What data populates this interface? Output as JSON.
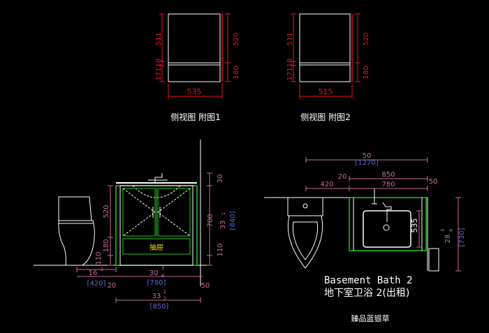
{
  "colors": {
    "background": "#000000",
    "white": "#ffffff",
    "red": "#e8141a",
    "green": "#24c61a",
    "blue_dim": "#5a6acd",
    "pink": "#c86e96",
    "yellow": "#f2e100",
    "gray": "#8c8c8c"
  },
  "side_view_1": {
    "caption": "侧视图 附图1",
    "width": "535",
    "left_top": "511",
    "left_mid": "18",
    "left_bot": "171",
    "right_top": "520",
    "right_bot": "180"
  },
  "side_view_2": {
    "caption": "侧视图 附图2",
    "width": "515",
    "left_top": "511",
    "left_mid": "18",
    "left_bot": "171",
    "right_top": "520",
    "right_bot": "180"
  },
  "elevation": {
    "drawer_label": "抽屉",
    "dim_520": "520",
    "dim_180": "180",
    "dim_110_left": "110",
    "dim_30_top": "30",
    "dim_700": "700",
    "dim_33": "33",
    "dim_33_frac": "1",
    "dim_840": "[840]",
    "dim_110_right": "110",
    "dim_16": "16",
    "dim_16_frac": "1",
    "dim_420": "[420]",
    "dim_20": "20",
    "dim_30": "30",
    "dim_30_frac_top": "3",
    "dim_30_frac_bot": "4",
    "dim_780": "[780]",
    "dim_50": "50",
    "dim_33b": "33",
    "dim_33b_frac_top": "1",
    "dim_33b_frac_bot": "2",
    "dim_850": "[850]"
  },
  "plan": {
    "dim_50_top": "50",
    "dim_1270": "[1270]",
    "dim_20": "20",
    "dim_850": "850",
    "dim_420": "420",
    "dim_780": "780",
    "dim_50_right": "50",
    "dim_535": "535",
    "dim_28": "28",
    "dim_28_frac_top": "3",
    "dim_28_frac_bot": "4",
    "dim_730": "[730]"
  },
  "title_en": "Basement Bath 2",
  "title_cn": "地下室卫浴 2(出租)",
  "credit": "臻品蓝银草"
}
